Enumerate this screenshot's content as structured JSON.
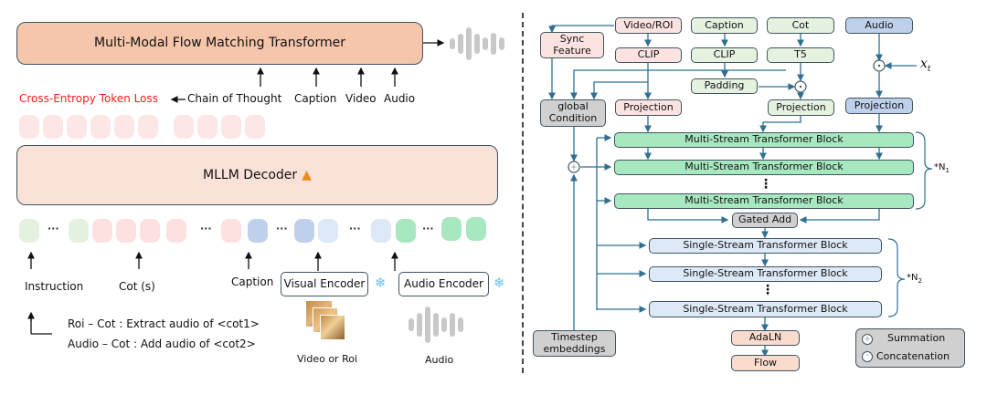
{
  "left": {
    "flow_transformer": {
      "label": "Multi-Modal Flow Matching Transformer"
    },
    "flow_inputs": [
      "Chain of Thought",
      "Caption",
      "Video",
      "Audio"
    ],
    "loss_label": "Cross-Entropy Token Loss",
    "decoder": {
      "label": "MLLM Decoder",
      "status_icon": "fire-icon"
    },
    "input_labels": {
      "instruction": "Instruction",
      "cot": "Cot (s)",
      "caption": "Caption",
      "visual_encoder": "Visual Encoder",
      "audio_encoder": "Audio Encoder",
      "frozen_icon": "snowflake-icon"
    },
    "notes": [
      "Roi – Cot : Extract audio of <cot1>",
      "Audio – Cot : Add audio of <cot2>"
    ],
    "media_labels": {
      "video": "Video or Roi",
      "audio": "Audio"
    },
    "ellipsis": "···",
    "colors": {
      "loss_text": "#ff1a1a",
      "transformer_fill": "#f5c6ac",
      "decoder_fill": "#fbe2d8"
    }
  },
  "right": {
    "inputs": {
      "video_roi": "Video/ROI",
      "caption": "Caption",
      "cot": "Cot",
      "audio": "Audio"
    },
    "encoders": {
      "video_clip": "CLIP",
      "caption_clip": "CLIP",
      "cot_t5": "T5"
    },
    "sync_feature": "Sync Feature",
    "padding": "Padding",
    "global_condition": "global Condition",
    "projections": {
      "video": "Projection",
      "text": "Projection",
      "audio": "Projection"
    },
    "xt_label": "x",
    "xt_sub": "t",
    "multi_stream_blocks": [
      "Multi-Stream Transformer Block",
      "Multi-Stream Transformer Block",
      "Multi-Stream Transformer Block"
    ],
    "gated_add": "Gated Add",
    "single_stream_blocks": [
      "Single-Stream Transformer Block",
      "Single-Stream Transformer Block",
      "Single-Stream Transformer Block"
    ],
    "n1_label": "*N",
    "n1_sub": "1",
    "n2_label": "*N",
    "n2_sub": "2",
    "timestep": "Timestep embeddings",
    "adaln": "AdaLN",
    "flow": "Flow",
    "legend": {
      "summation": "Summation",
      "concatenation": "Concatenation"
    },
    "vdots": "⋮"
  }
}
